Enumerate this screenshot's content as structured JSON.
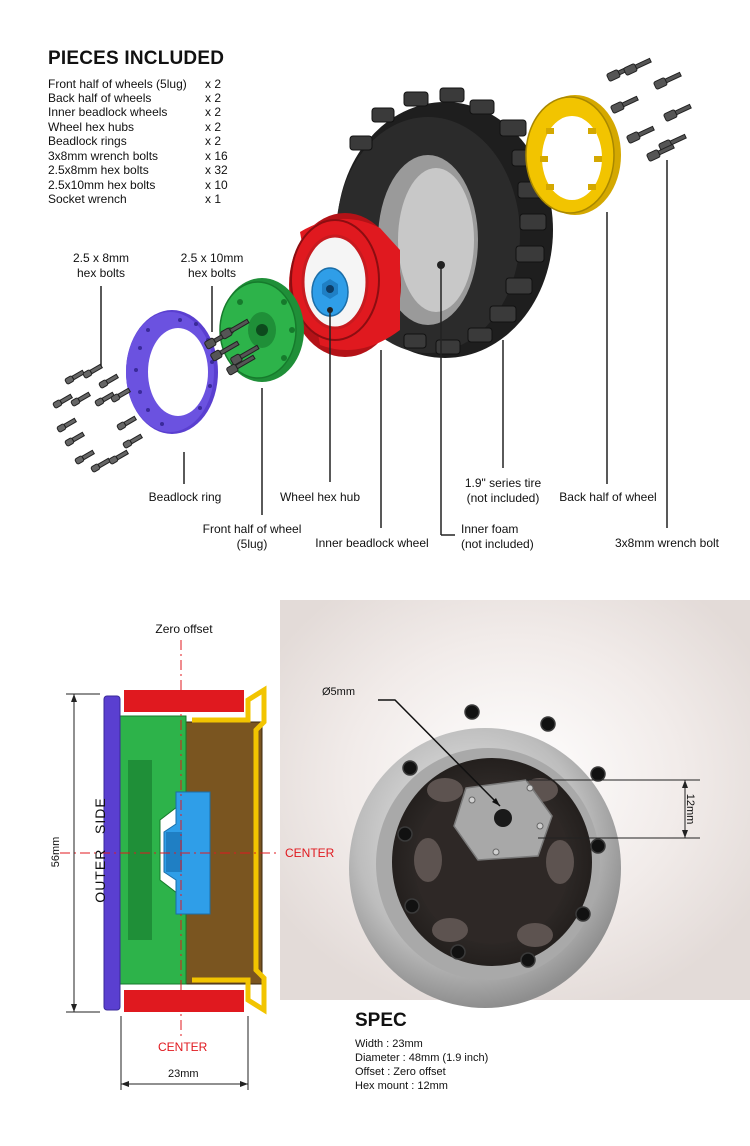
{
  "pieces": {
    "title": "PIECES INCLUDED",
    "items": [
      {
        "name": "Front half of wheels (5lug)",
        "qty": "x 2"
      },
      {
        "name": "Back half of wheels",
        "qty": "x 2"
      },
      {
        "name": "Inner beadlock wheels",
        "qty": "x 2"
      },
      {
        "name": "Wheel hex hubs",
        "qty": "x 2"
      },
      {
        "name": "Beadlock rings",
        "qty": "x 2"
      },
      {
        "name": "3x8mm wrench bolts",
        "qty": "x 16"
      },
      {
        "name": "2.5x8mm hex bolts",
        "qty": "x 32"
      },
      {
        "name": "2.5x10mm hex bolts",
        "qty": "x 10"
      },
      {
        "name": "Socket wrench",
        "qty": "x 1"
      }
    ]
  },
  "exploded": {
    "bolts_8mm": [
      "2.5 x 8mm",
      "hex bolts"
    ],
    "bolts_10mm": [
      "2.5 x 10mm",
      "hex bolts"
    ],
    "beadlock_ring": "Beadlock ring",
    "front_half": [
      "Front half of wheel",
      "(5lug)"
    ],
    "hex_hub": "Wheel hex hub",
    "inner_beadlock": "Inner beadlock wheel",
    "tire": [
      "1.9\" series tire",
      "(not included)"
    ],
    "inner_foam": [
      "Inner foam",
      "(not included)"
    ],
    "back_half": "Back half of wheel",
    "wrench_bolt": "3x8mm wrench bolt"
  },
  "section": {
    "zero_offset": "Zero offset",
    "center_right": "CENTER",
    "center_bottom": "CENTER",
    "outer_side": "OUTER   SIDE",
    "height_dim": "56mm",
    "width_dim": "23mm",
    "hole_dim": "Ø5mm",
    "hex_dim": "12mm"
  },
  "spec": {
    "title": "SPEC",
    "lines": [
      "Width : 23mm",
      "Diameter : 48mm (1.9 inch)",
      "Offset : Zero offset",
      "Hex mount : 12mm"
    ]
  },
  "colors": {
    "beadlock_ring": "#5a3fd0",
    "front_half": "#2db34a",
    "inner_beadlock": "#e0191f",
    "hex_hub": "#2f9ee8",
    "back_half": "#f2c400",
    "tire": "#2a2a2a",
    "brown_fill": "#7a5520",
    "center_line": "#e0191f"
  }
}
